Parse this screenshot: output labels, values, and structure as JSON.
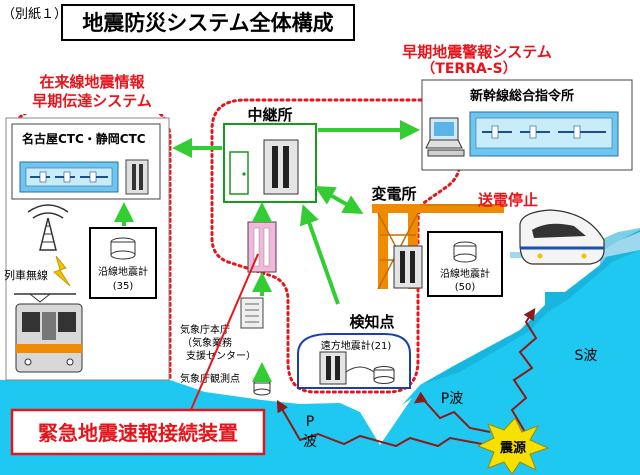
{
  "header": {
    "annex_label": "（別紙１）",
    "title": "地震防災システム全体構成"
  },
  "terra_s": {
    "name_line1": "早期地震警報システム",
    "name_line2": "（TERRA-S）"
  },
  "legacy_system": {
    "name_line1": "在来線地震情報",
    "name_line2": "早期伝達システム",
    "ctc_label": "名古屋CTC・静岡CTC",
    "train_radio": "列車無線",
    "wayside_seismometer": "沿線地震計",
    "wayside_count": "(35)"
  },
  "shinkansen": {
    "command_center": "新幹線総合指令所",
    "substation": "変電所",
    "power_stop": "送電停止",
    "wayside_seismometer": "沿線地震計",
    "wayside_count": "(50)"
  },
  "relay": {
    "label": "中継所"
  },
  "detection": {
    "label": "検知点",
    "remote_seismometer": "遠方地震計(21)"
  },
  "jma": {
    "hq_line1": "気象庁本庁",
    "hq_line2": "（気象業務",
    "hq_line3": "支援センター）",
    "station": "気象庁観測点"
  },
  "eew_device": {
    "label": "緊急地震速報接続装置"
  },
  "waves": {
    "s_wave": "S波",
    "p_wave": "P波",
    "p_wave_v1": "P",
    "p_wave_v2": "波",
    "epicenter": "震源"
  },
  "colors": {
    "accent_red": "#e8141b",
    "arrow_green": "#33cc33",
    "wave_darkred": "#8b1a1a",
    "ground_cyan": "#1ec8f0",
    "pylon_orange": "#f08a00",
    "epicenter_yellow": "#f5e000"
  }
}
